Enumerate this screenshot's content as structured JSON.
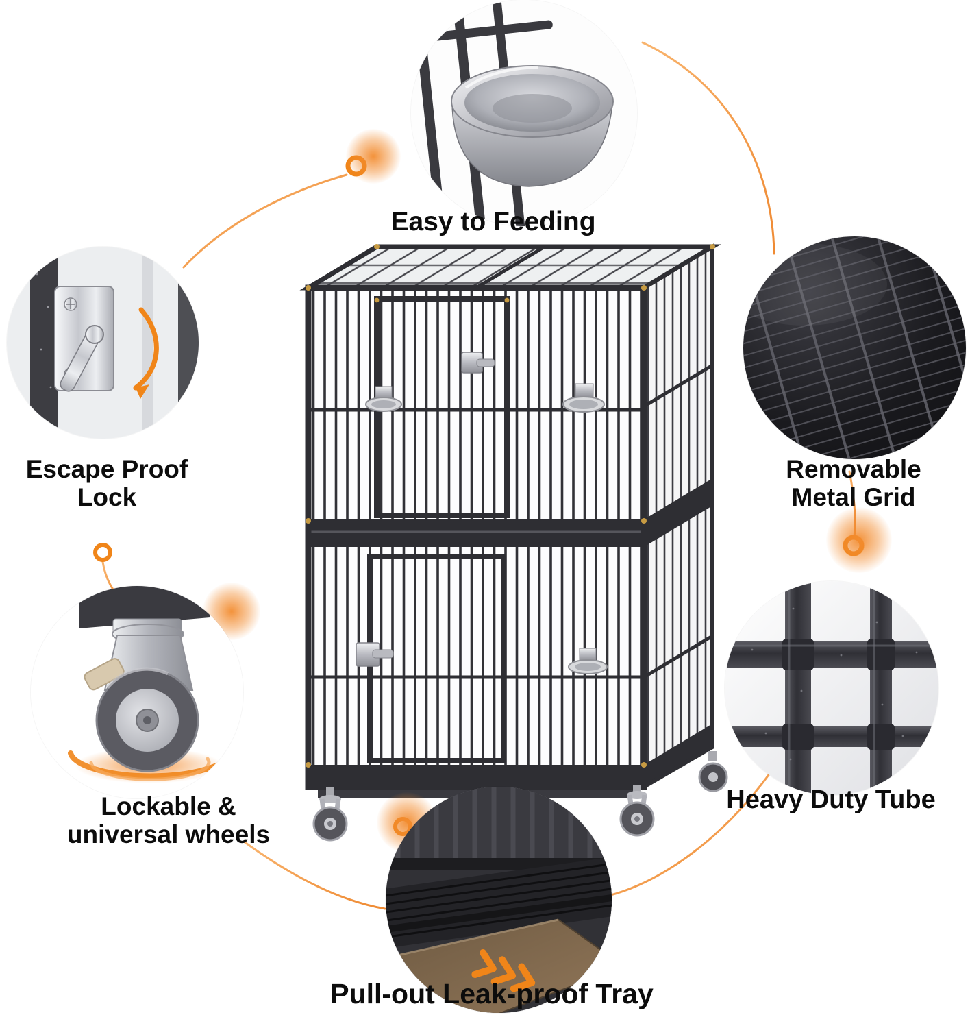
{
  "accent": {
    "orange": "#F08519",
    "text": "#0c0c0c",
    "metal_dark": "#2e2e33"
  },
  "callouts": {
    "feeding": {
      "label": "Easy to Feeding",
      "image": "stainless-feeding-bowl-on-cage-bars"
    },
    "lock": {
      "line1": "Escape Proof",
      "line2": "Lock",
      "image": "chrome-escape-proof-latch"
    },
    "grid": {
      "line1": "Removable",
      "line2": "Metal Grid",
      "image": "black-removable-metal-grid-floor"
    },
    "wheels": {
      "line1": "Lockable &",
      "line2": "universal wheels",
      "image": "lockable-caster-wheel"
    },
    "tube": {
      "label": "Heavy Duty Tube",
      "image": "heavy-duty-metal-tube-joints"
    },
    "tray": {
      "label": "Pull-out Leak-proof Tray",
      "image": "pull-out-leak-proof-tray-with-arrows"
    }
  },
  "product": {
    "image": "stacked-double-heavy-duty-dog-crate-with-wheels"
  }
}
